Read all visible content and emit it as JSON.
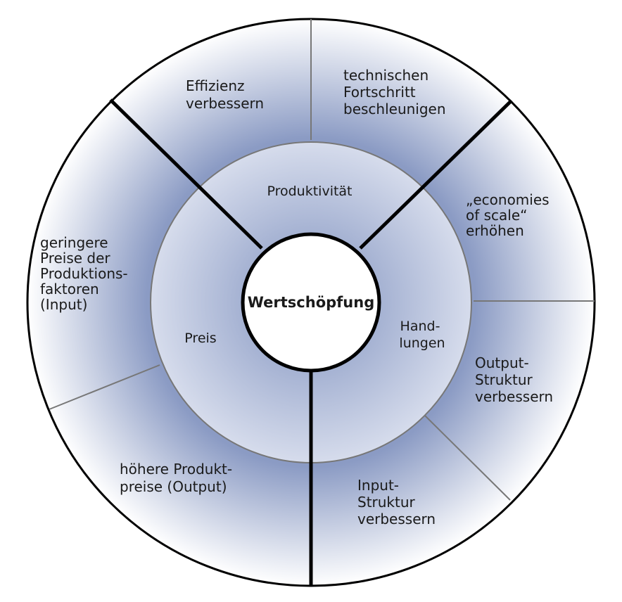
{
  "center": {
    "label": "Wertschöpfung"
  },
  "inner_ring": [
    {
      "id": "produktivitaet",
      "label": "Produktivität"
    },
    {
      "id": "handlungen",
      "lines": [
        "Hand-",
        "lungen"
      ]
    },
    {
      "id": "preis",
      "label": "Preis"
    }
  ],
  "outer_ring": [
    {
      "id": "effizienz",
      "lines": [
        "Effizienz",
        "verbessern"
      ]
    },
    {
      "id": "technischer-fortschritt",
      "lines": [
        "technischen",
        "Fortschritt",
        "beschleunigen"
      ]
    },
    {
      "id": "economies-of-scale",
      "lines": [
        "„economies",
        "of scale“",
        "erhöhen"
      ]
    },
    {
      "id": "output-struktur",
      "lines": [
        "Output-",
        "Struktur",
        "verbessern"
      ]
    },
    {
      "id": "input-struktur",
      "lines": [
        "Input-",
        "Struktur",
        "verbessern"
      ]
    },
    {
      "id": "hoehere-produktpreise",
      "lines": [
        "höhere Produkt-",
        "preise (Output)"
      ]
    },
    {
      "id": "geringere-preise",
      "lines": [
        "geringere",
        "Preise der",
        "Produktions-",
        "faktoren",
        "(Input)"
      ]
    }
  ],
  "colors": {
    "gradient_inner": "#8b9bc4",
    "gradient_outer": "#ffffff",
    "stroke": "#000000",
    "thin_stroke": "#777777"
  }
}
